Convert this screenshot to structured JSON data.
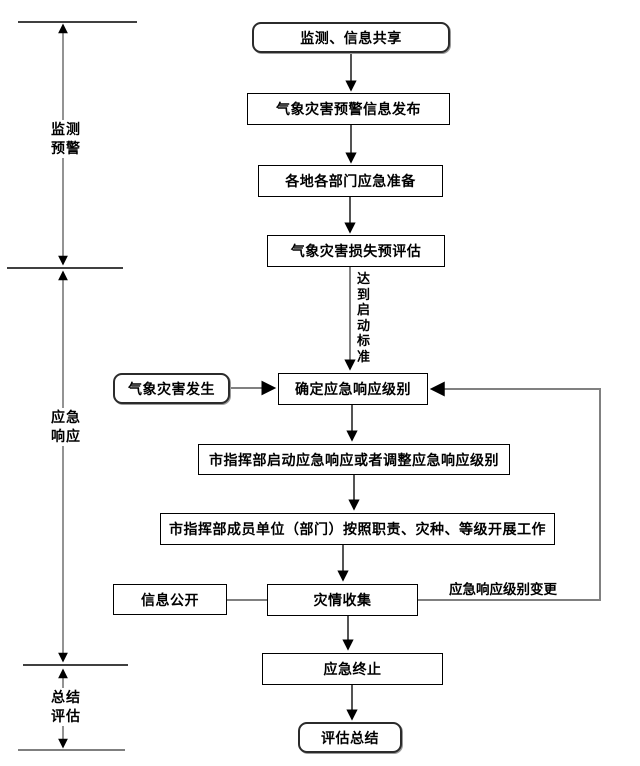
{
  "phases": [
    {
      "label": "监测\n预警"
    },
    {
      "label": "应急\n响应"
    },
    {
      "label": "总结\n评估"
    }
  ],
  "nodes": {
    "monitor_share": "监测、信息共享",
    "warning_release": "气象灾害预警信息发布",
    "dept_preparation": "各地各部门应急准备",
    "loss_preassessment": "气象灾害损失预评估",
    "disaster_occurs": "气象灾害发生",
    "determine_level": "确定应急响应级别",
    "start_or_adjust_response": "市指挥部启动应急响应或者调整应急响应级别",
    "members_carry_out_work": "市指挥部成员单位（部门）按照职责、灾种、等级开展工作",
    "info_disclosure": "信息公开",
    "disaster_info_collection": "灾情收集",
    "emergency_termination": "应急终止",
    "evaluation_summary": "评估总结"
  },
  "labels": {
    "reach_startup_standard": "达到启动标准",
    "response_level_change": "应急响应级别变更"
  },
  "colors": {
    "flow_arrow": "#1a1a1a",
    "axis_line": "#595959",
    "connector_line": "#808080",
    "box_border": "#000000"
  }
}
